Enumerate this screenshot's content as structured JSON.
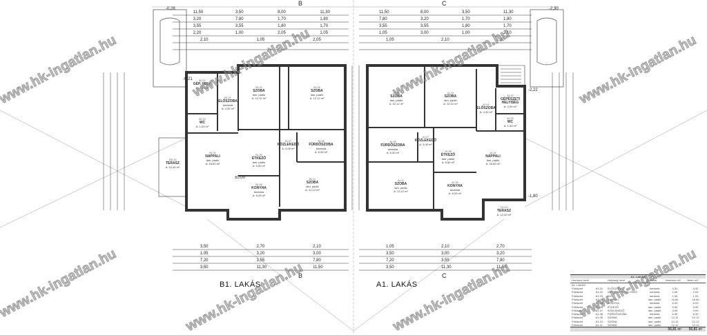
{
  "watermark": "www.hk-ingatlan.hu",
  "plans": {
    "b1": {
      "label": "B1. LAKÁS",
      "section_mark": "B",
      "level_top": "-0,28",
      "level_floor": "±0,00",
      "level_side": "-0,21",
      "rooms": [
        {
          "id": "B1.02",
          "name": "GÉP. HELY.",
          "floor": "kerámia",
          "area": "A: 2,09 m²"
        },
        {
          "id": "B1.01",
          "name": "ELŐSZOBA",
          "floor": "kerámia",
          "area": "A: 4,32 m²"
        },
        {
          "id": "B1.03",
          "name": "WC",
          "floor": "kerámia",
          "area": "A: 1,53 m²"
        },
        {
          "id": "B1.10",
          "name": "SZOBA",
          "floor": "lam. padló",
          "area": "A: 12,12 m²"
        },
        {
          "id": "B1.09",
          "name": "SZOBA",
          "floor": "lam. padló",
          "area": "A: 12,12 m²"
        },
        {
          "id": "B1.07",
          "name": "KÖZLEKEDŐ",
          "floor": "lam. padló",
          "area": "A: 3,09 m²"
        },
        {
          "id": "B1.08",
          "name": "FÜRDŐSZOBA",
          "floor": "kerámia",
          "area": "A: 6,30 m²"
        },
        {
          "id": "B1.04",
          "name": "NAPPALI",
          "floor": "lam. padló",
          "area": "A: 16,60 m²"
        },
        {
          "id": "B1.06",
          "name": "ÉTKEZŐ",
          "floor": "lam. padló",
          "area": "A: 5,50 m²"
        },
        {
          "id": "B1.05",
          "name": "KONYHA",
          "floor": "kerámia",
          "area": "A: 6,03 m²"
        },
        {
          "id": "B1.11",
          "name": "SZOBA",
          "floor": "lam. padló",
          "area": "A: 12,12 m²"
        },
        {
          "id": "T.B1.01",
          "name": "TERASZ",
          "floor": "",
          "area": "A: 12,00 m²"
        }
      ],
      "dims_top": [
        "11,50",
        "3,50",
        "8,00",
        "11,30",
        "3,20",
        "7,80",
        "1,70",
        "1,80",
        "3,55",
        "3,55",
        "1,80",
        "1,70",
        "2,20",
        "1,00",
        "2,05",
        "1,05",
        "2,10",
        "1,05",
        "2,05"
      ],
      "dims_bottom": [
        "3,50",
        "2,70",
        "2,10",
        "1,05",
        "3,20",
        "3,00",
        "7,20",
        "3,55",
        "7,80",
        "3,50",
        "11,30",
        "11,50"
      ]
    },
    "a1": {
      "label": "A1. LAKÁS",
      "section_mark": "C",
      "level_top": "-2,30",
      "level_side": "-1,80",
      "level_side2": "-2,22",
      "rooms": [
        {
          "id": "A1.09",
          "name": "SZOBA",
          "floor": "lam. padló",
          "area": "A: 12,12 m²"
        },
        {
          "id": "A1.10",
          "name": "SZOBA",
          "floor": "lam. padló",
          "area": "A: 12,12 m²"
        },
        {
          "id": "A1.01",
          "name": "ELŐSZOBA",
          "floor": "kerámia",
          "area": "A: 4,32 m²"
        },
        {
          "id": "A1.02",
          "name": "GÉPÉSZETI HELYISÉG",
          "floor": "kerámia",
          "area": "A: 2,09 m²"
        },
        {
          "id": "A1.03",
          "name": "WC",
          "floor": "kerámia",
          "area": "A: 1,53 m²"
        },
        {
          "id": "A1.08",
          "name": "FÜRDŐSZOBA",
          "floor": "kerámia",
          "area": "A: 6,30 m²"
        },
        {
          "id": "A1.07",
          "name": "KÖZLEKEDŐ",
          "floor": "lam. padló",
          "area": "A: 3,09 m²"
        },
        {
          "id": "A1.06",
          "name": "ÉTKEZŐ",
          "floor": "lam. padló",
          "area": "A: 5,50 m²"
        },
        {
          "id": "A1.04",
          "name": "NAPPALI",
          "floor": "lam. padló",
          "area": "A: 16,60 m²"
        },
        {
          "id": "A1.11",
          "name": "SZOBA",
          "floor": "lam. padló",
          "area": "A: 12,12 m²"
        },
        {
          "id": "A1.05",
          "name": "KONYHA",
          "floor": "kerámia",
          "area": "A: 6,03 m²"
        },
        {
          "id": "T.A1.01",
          "name": "TERASZ",
          "floor": "",
          "area": "A: 12,00 m²"
        }
      ],
      "dims_top": [
        "11,50",
        "8,00",
        "3,50",
        "11,30",
        "7,80",
        "3,20",
        "1,70",
        "1,80",
        "3,55",
        "3,55",
        "1,80",
        "1,70",
        "1,05",
        "3,00",
        "1,00",
        "2,10",
        "1,05",
        "2,10",
        "2,20"
      ],
      "dims_bottom": [
        "1,05",
        "2,10",
        "2,70",
        "3,50",
        "3,00",
        "3,20",
        "7,20",
        "3,55",
        "7,80",
        "3,50",
        "11,30",
        "11,50"
      ]
    }
  },
  "table": {
    "title": "A1. LAKÁS",
    "headers": [
      "Hordozó neve",
      "",
      "Helyiség neve",
      "Burkolat",
      "Hasznos m2",
      "Nettó m2"
    ],
    "group": "A1. LAKÁS",
    "rows": [
      [
        "Földszint",
        "A1.01",
        "ELŐSZOBA",
        "kerámia",
        "4,32",
        "4,32"
      ],
      [
        "Földszint",
        "A1.02",
        "GÉPÉSZETI HELYISÉG",
        "kerámia",
        "2,09",
        "2,09"
      ],
      [
        "Földszint",
        "A1.03",
        "WC",
        "kerámia",
        "1,53",
        "1,53"
      ],
      [
        "Földszint",
        "A1.04",
        "NAPPALI",
        "lam. padló",
        "16,60",
        "16,60"
      ],
      [
        "Földszint",
        "A1.05",
        "KONYHA",
        "kerámia",
        "6,03",
        "6,03"
      ],
      [
        "Földszint",
        "A1.06",
        "ÉTKEZŐ",
        "lam. padló",
        "5,50",
        "5,50"
      ],
      [
        "Földszint",
        "A1.07",
        "KÖZLEKEDŐ",
        "lam. padló",
        "3,09",
        "3,09"
      ],
      [
        "Földszint",
        "A1.08",
        "FÜRDŐSZOBA",
        "kerámia",
        "6,30",
        "6,30"
      ],
      [
        "Földszint",
        "A1.09",
        "SZOBA",
        "lam. padló",
        "12,12",
        "12,12"
      ],
      [
        "Földszint",
        "A1.10",
        "SZOBA",
        "lam. padló",
        "12,12",
        "12,12"
      ],
      [
        "Földszint",
        "A1.11",
        "SZOBA",
        "lam. padló",
        "12,12",
        "12,12"
      ]
    ],
    "total_useful": "56,81 m²",
    "total_net": "56,81 m²"
  }
}
